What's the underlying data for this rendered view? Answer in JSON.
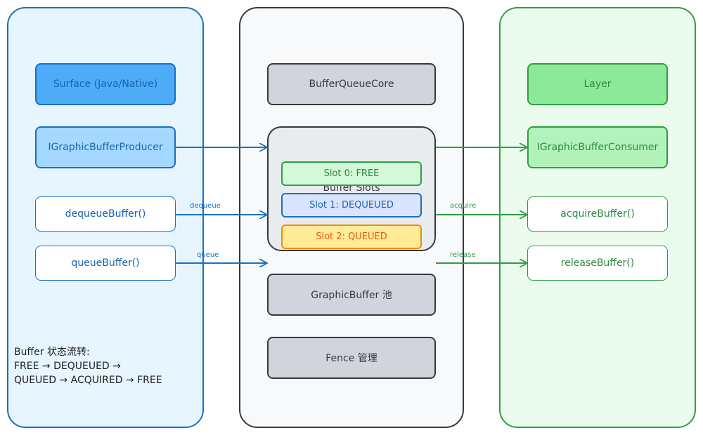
{
  "colors": {
    "producer": "#1971c2",
    "queue": "#343a40",
    "consumer": "#2f9e44",
    "slot_queued": "#f08c00"
  },
  "producer": {
    "surface": "Surface (Java/Native)",
    "producer_interface": "IGraphicBufferProducer",
    "dequeue_method": "dequeueBuffer()",
    "queue_method": "queueBuffer()"
  },
  "queue": {
    "core": "BufferQueueCore",
    "slots_title": "Buffer Slots",
    "slots": [
      {
        "label": "Slot 0: FREE"
      },
      {
        "label": "Slot 1: DEQUEUED"
      },
      {
        "label": "Slot 2: QUEUED"
      }
    ],
    "graphic_buffer_pool": "GraphicBuffer 池",
    "fence": "Fence 管理"
  },
  "consumer": {
    "layer": "Layer",
    "consumer_interface": "IGraphicBufferConsumer",
    "acquire_method": "acquireBuffer()",
    "release_method": "releaseBuffer()"
  },
  "edges": {
    "dequeue": "dequeue",
    "queue": "queue",
    "acquire": "acquire",
    "release": "release"
  },
  "state_note": {
    "line1": "Buffer 状态流转:",
    "line2": "FREE → DEQUEUED →",
    "line3": "QUEUED → ACQUIRED → FREE"
  }
}
